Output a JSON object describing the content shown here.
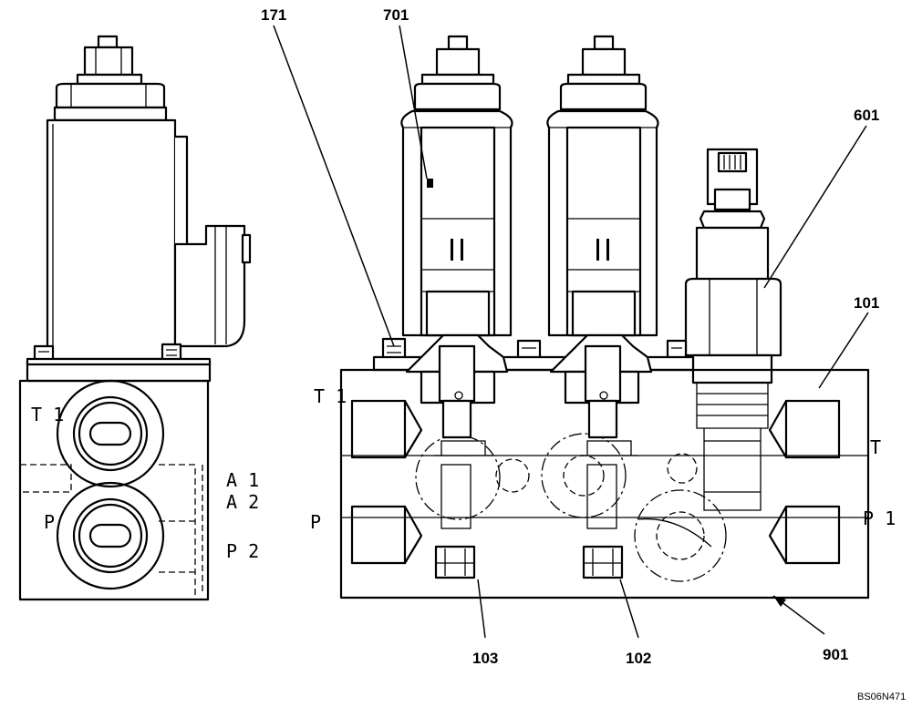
{
  "callouts": {
    "c171": "171",
    "c701": "701",
    "c601": "601",
    "c101": "101",
    "c103": "103",
    "c102": "102",
    "c901": "901"
  },
  "ports_side": {
    "t1": "T 1",
    "p": "P",
    "a1": "A 1",
    "a2": "A 2",
    "p2": "P 2"
  },
  "ports_front": {
    "t1": "T 1",
    "p": "P",
    "t": "T",
    "p1": "P 1"
  },
  "drawing_code": "BS06N471"
}
